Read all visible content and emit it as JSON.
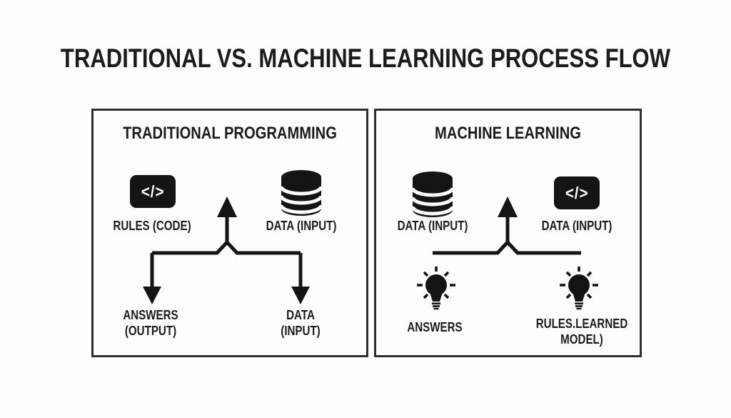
{
  "title": "TRADITIONAL VS. MACHINE LEARNING PROCESS FLOW",
  "glyphs": {
    "code": "</>"
  },
  "colors": {
    "ink": "#1a1a1a",
    "canvas_bg": "#fdfdfd",
    "panel_bg": "#fdfdfc",
    "panel_border": "#2d2d2d",
    "icon_fill": "#141414",
    "icon_glyph_color": "#ffffff"
  },
  "panels": {
    "traditional": {
      "heading": "TRADITIONAL PROGRAMMING",
      "inputs": [
        {
          "icon": "code-icon",
          "label": "RULES (CODE)"
        },
        {
          "icon": "database-icon",
          "label": "DATA (INPUT)"
        }
      ],
      "outputs": [
        {
          "icon": "arrow-down-icon",
          "line1": "ANSWERS",
          "line2": "(OUTPUT)"
        },
        {
          "icon": "arrow-down-icon",
          "line1": "DATA",
          "line2": "(INPUT)"
        }
      ]
    },
    "machine_learning": {
      "heading": "MACHINE LEARNING",
      "inputs": [
        {
          "icon": "database-icon",
          "label": "DATA (INPUT)"
        },
        {
          "icon": "code-icon",
          "label": "DATA (INPUT)"
        }
      ],
      "outputs": [
        {
          "icon": "lightbulb-icon",
          "line1": "ANSWERS",
          "line2": ""
        },
        {
          "icon": "lightbulb-icon",
          "line1": "RULES.LEARNED",
          "line2": "MODEL)"
        }
      ]
    }
  }
}
